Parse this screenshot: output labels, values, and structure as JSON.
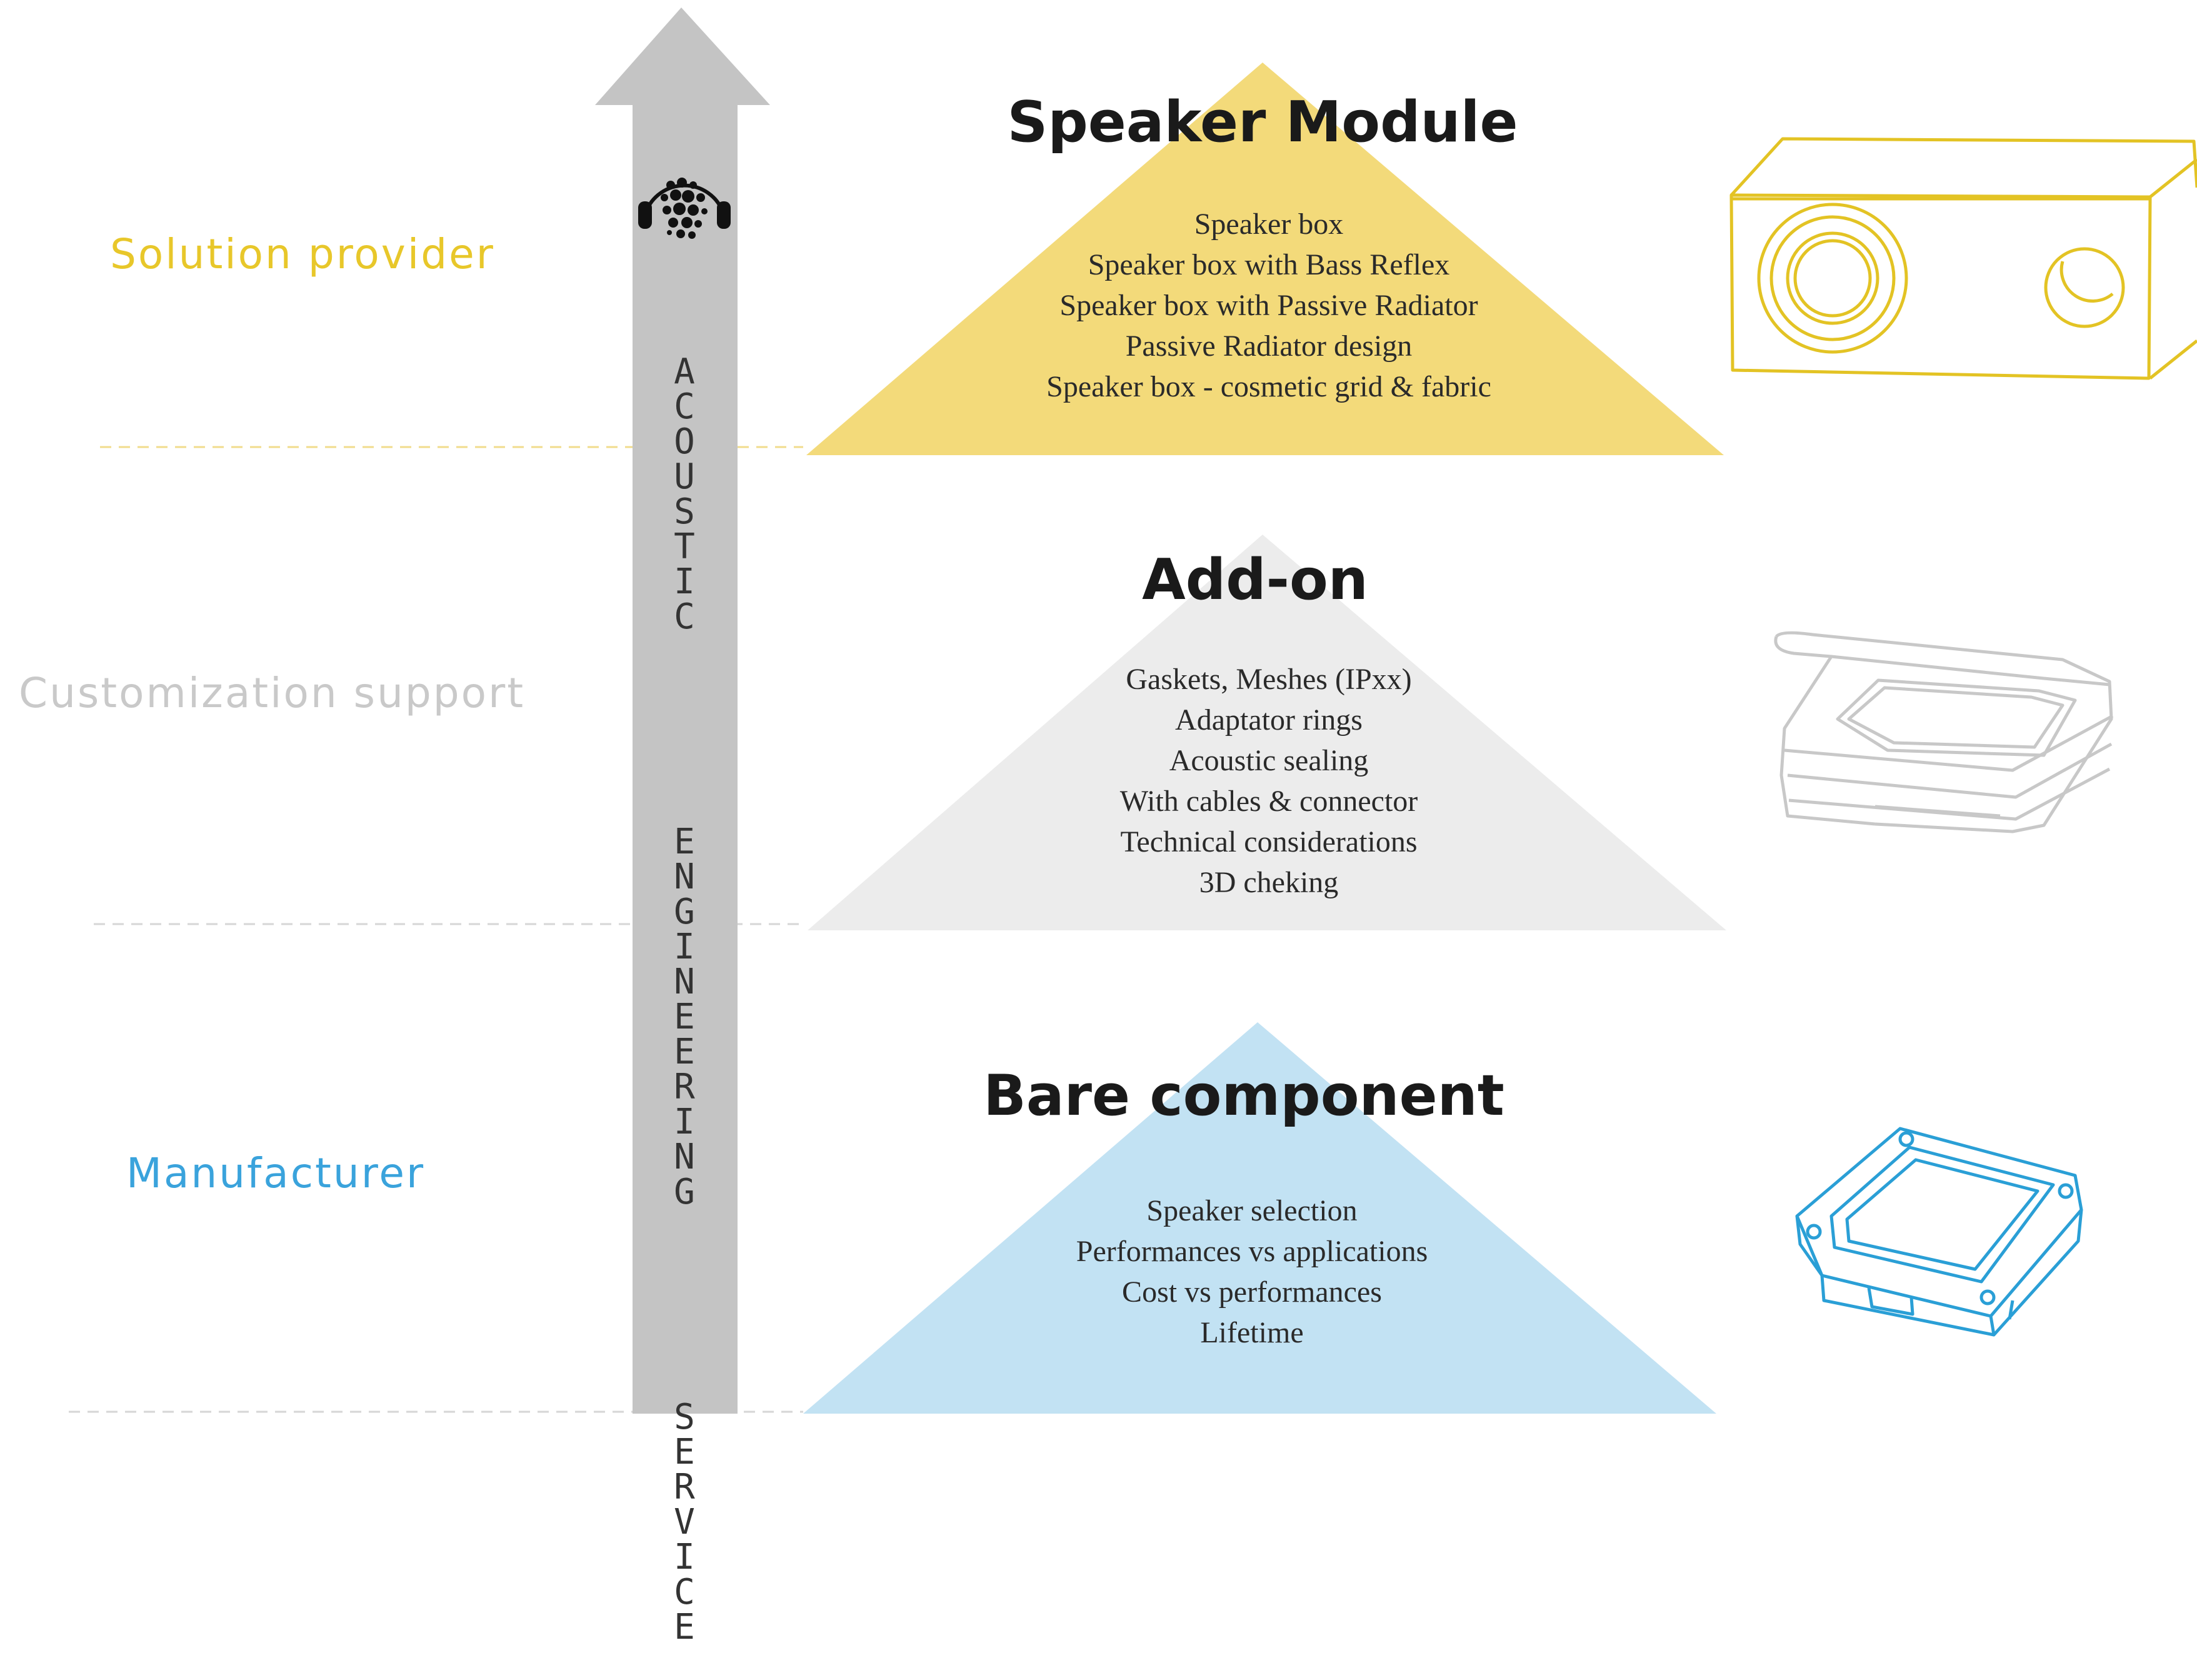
{
  "levels": {
    "solution": {
      "label": "Solution provider",
      "color": "#e8c72a"
    },
    "customization": {
      "label": "Customization support",
      "color": "#c9c9c9"
    },
    "manufacturer": {
      "label": "Manufacturer",
      "color": "#3aa3dc"
    }
  },
  "arrow": {
    "color": "#c4c4c4",
    "words": [
      "ACOUSTIC",
      "ENGINEERING",
      "SERVICE"
    ],
    "logo_icon": "headphones-dots-logo-icon"
  },
  "pyramids": {
    "speaker_module": {
      "title": "Speaker Module",
      "color": "#f3da7a",
      "items": [
        "Speaker box",
        "Speaker box with Bass Reflex",
        "Speaker box with Passive Radiator",
        "Passive Radiator design",
        "Speaker box - cosmetic grid & fabric"
      ],
      "illustration_icon": "speaker-box-icon"
    },
    "add_on": {
      "title": "Add-on",
      "color": "#ececec",
      "items": [
        "Gaskets, Meshes (IPxx)",
        "Adaptator rings",
        "Acoustic sealing",
        "With cables & connector",
        "Technical considerations",
        "3D cheking"
      ],
      "illustration_icon": "speaker-with-gasket-icon"
    },
    "bare_component": {
      "title": "Bare component",
      "color": "#c2e2f3",
      "items": [
        "Speaker selection",
        "Performances vs applications",
        "Cost vs performances",
        "Lifetime"
      ],
      "illustration_icon": "bare-speaker-icon"
    }
  }
}
